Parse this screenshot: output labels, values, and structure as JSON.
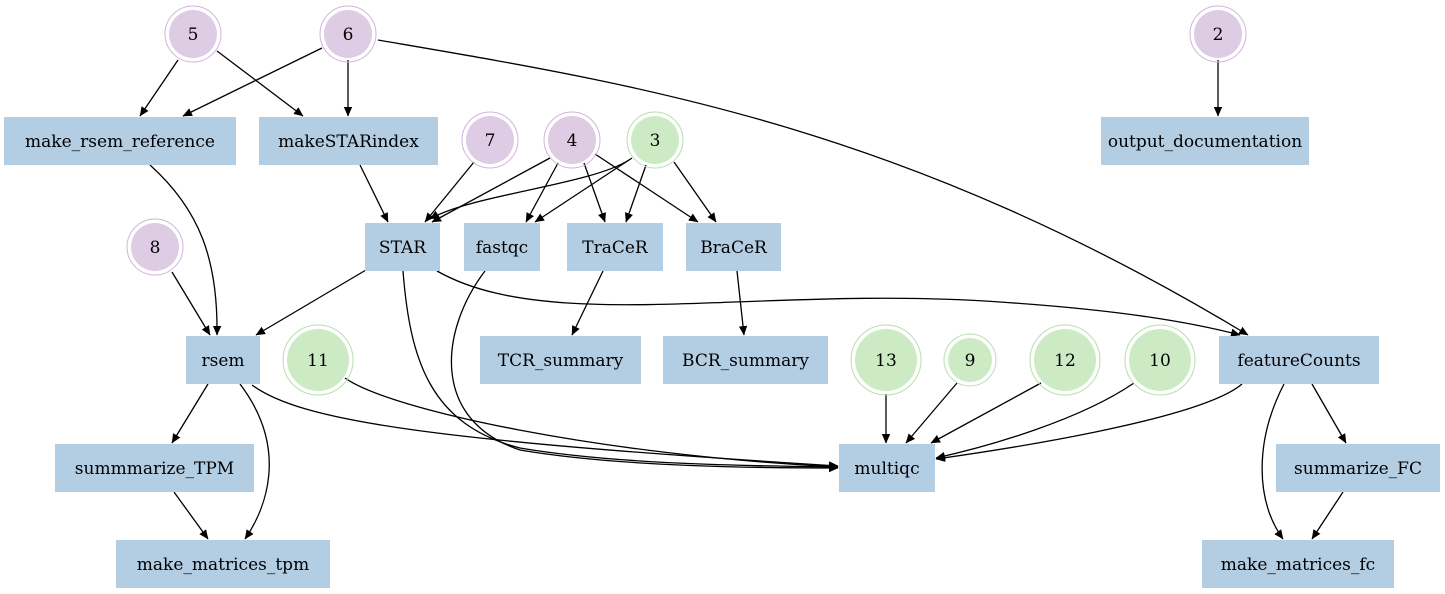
{
  "colors": {
    "box": "#b3cde3",
    "input_purple": "#decbe4",
    "input_purple_ring": "#d3b3db",
    "input_green": "#ccebc5",
    "input_green_ring": "#b8dfae",
    "edge": "#000000",
    "background": "#ffffff"
  },
  "nodes": [
    {
      "id": "n5",
      "label": "5",
      "kind": "input_purple"
    },
    {
      "id": "n6",
      "label": "6",
      "kind": "input_purple"
    },
    {
      "id": "n2",
      "label": "2",
      "kind": "input_purple"
    },
    {
      "id": "n7",
      "label": "7",
      "kind": "input_purple"
    },
    {
      "id": "n4",
      "label": "4",
      "kind": "input_purple"
    },
    {
      "id": "n3",
      "label": "3",
      "kind": "input_green"
    },
    {
      "id": "n8",
      "label": "8",
      "kind": "input_purple"
    },
    {
      "id": "n11",
      "label": "11",
      "kind": "input_green"
    },
    {
      "id": "n13",
      "label": "13",
      "kind": "input_green"
    },
    {
      "id": "n9",
      "label": "9",
      "kind": "input_green"
    },
    {
      "id": "n12",
      "label": "12",
      "kind": "input_green"
    },
    {
      "id": "n10",
      "label": "10",
      "kind": "input_green"
    },
    {
      "id": "make_rsem_reference",
      "label": "make_rsem_reference",
      "kind": "rule"
    },
    {
      "id": "makeSTARindex",
      "label": "makeSTARindex",
      "kind": "rule"
    },
    {
      "id": "output_documentation",
      "label": "output_documentation",
      "kind": "rule"
    },
    {
      "id": "STAR",
      "label": "STAR",
      "kind": "rule"
    },
    {
      "id": "fastqc",
      "label": "fastqc",
      "kind": "rule"
    },
    {
      "id": "TraCeR",
      "label": "TraCeR",
      "kind": "rule"
    },
    {
      "id": "BraCeR",
      "label": "BraCeR",
      "kind": "rule"
    },
    {
      "id": "rsem",
      "label": "rsem",
      "kind": "rule"
    },
    {
      "id": "TCR_summary",
      "label": "TCR_summary",
      "kind": "rule"
    },
    {
      "id": "BCR_summary",
      "label": "BCR_summary",
      "kind": "rule"
    },
    {
      "id": "featureCounts",
      "label": "featureCounts",
      "kind": "rule"
    },
    {
      "id": "summmarize_TPM",
      "label": "summmarize_TPM",
      "kind": "rule"
    },
    {
      "id": "multiqc",
      "label": "multiqc",
      "kind": "rule"
    },
    {
      "id": "summarize_FC",
      "label": "summarize_FC",
      "kind": "rule"
    },
    {
      "id": "make_matrices_tpm",
      "label": "make_matrices_tpm",
      "kind": "rule"
    },
    {
      "id": "make_matrices_fc",
      "label": "make_matrices_fc",
      "kind": "rule"
    }
  ],
  "edges": [
    {
      "from": "n5",
      "to": "make_rsem_reference"
    },
    {
      "from": "n5",
      "to": "makeSTARindex"
    },
    {
      "from": "n6",
      "to": "make_rsem_reference"
    },
    {
      "from": "n6",
      "to": "makeSTARindex"
    },
    {
      "from": "n6",
      "to": "featureCounts"
    },
    {
      "from": "n2",
      "to": "output_documentation"
    },
    {
      "from": "makeSTARindex",
      "to": "STAR"
    },
    {
      "from": "n7",
      "to": "STAR"
    },
    {
      "from": "n4",
      "to": "STAR"
    },
    {
      "from": "n4",
      "to": "fastqc"
    },
    {
      "from": "n4",
      "to": "TraCeR"
    },
    {
      "from": "n4",
      "to": "BraCeR"
    },
    {
      "from": "n3",
      "to": "STAR"
    },
    {
      "from": "n3",
      "to": "fastqc"
    },
    {
      "from": "n3",
      "to": "TraCeR"
    },
    {
      "from": "n3",
      "to": "BraCeR"
    },
    {
      "from": "make_rsem_reference",
      "to": "rsem"
    },
    {
      "from": "n8",
      "to": "rsem"
    },
    {
      "from": "STAR",
      "to": "rsem"
    },
    {
      "from": "STAR",
      "to": "featureCounts"
    },
    {
      "from": "STAR",
      "to": "multiqc"
    },
    {
      "from": "fastqc",
      "to": "multiqc"
    },
    {
      "from": "TraCeR",
      "to": "TCR_summary"
    },
    {
      "from": "BraCeR",
      "to": "BCR_summary"
    },
    {
      "from": "rsem",
      "to": "summmarize_TPM"
    },
    {
      "from": "rsem",
      "to": "make_matrices_tpm"
    },
    {
      "from": "rsem",
      "to": "multiqc"
    },
    {
      "from": "n11",
      "to": "multiqc"
    },
    {
      "from": "n13",
      "to": "multiqc"
    },
    {
      "from": "n9",
      "to": "multiqc"
    },
    {
      "from": "n12",
      "to": "multiqc"
    },
    {
      "from": "n10",
      "to": "multiqc"
    },
    {
      "from": "featureCounts",
      "to": "multiqc"
    },
    {
      "from": "featureCounts",
      "to": "summarize_FC"
    },
    {
      "from": "featureCounts",
      "to": "make_matrices_fc"
    },
    {
      "from": "summmarize_TPM",
      "to": "make_matrices_tpm"
    },
    {
      "from": "summarize_FC",
      "to": "make_matrices_fc"
    }
  ]
}
